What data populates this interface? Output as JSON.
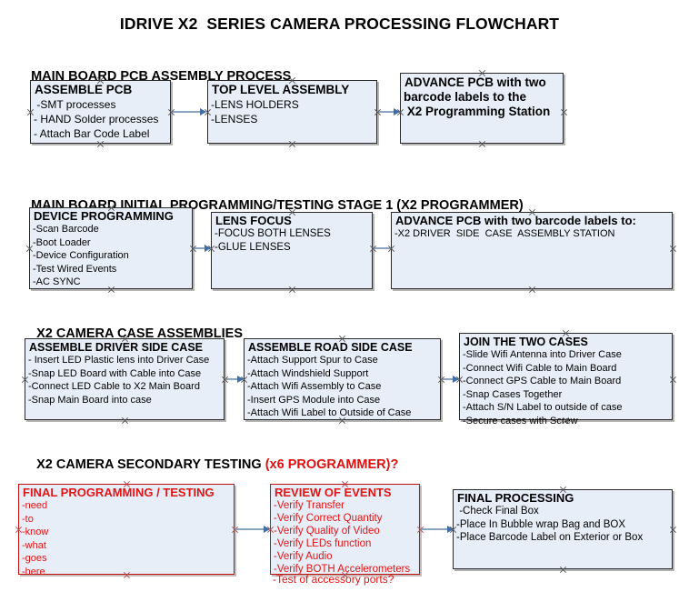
{
  "document": {
    "title": "IDRIVE X2  SERIES CAMERA PROCESSING FLOWCHART"
  },
  "colors": {
    "box_fill": "#e8eef8",
    "box_border": "#2a2a2a",
    "red_accent": "#e01515",
    "connector": "#8aa4c0",
    "arrow_head": "#3f6ea8"
  },
  "sections": [
    {
      "heading": "MAIN BOARD PCB ASSEMBLY PROCESS",
      "heading_red": "",
      "boxes": [
        {
          "title": "ASSEMBLE PCB",
          "lines": [
            " -SMT processes",
            "- HAND Solder processes",
            "- Attach Bar Code Label"
          ]
        },
        {
          "title": "TOP LEVEL ASSEMBLY",
          "lines": [
            "-LENS HOLDERS",
            "-LENSES"
          ]
        },
        {
          "title": "ADVANCE PCB with two",
          "lines": [
            "barcode labels to the",
            " X2 Programming Station"
          ]
        }
      ]
    },
    {
      "heading": "MAIN BOARD INITIAL PROGRAMMING/TESTING STAGE 1 (X2 PROGRAMMER)",
      "heading_red": "",
      "boxes": [
        {
          "title": "DEVICE PROGRAMMING",
          "lines": [
            "-Scan Barcode",
            "-Boot Loader",
            "-Device Configuration",
            "-Test Wired Events",
            "-AC SYNC"
          ]
        },
        {
          "title": "LENS FOCUS",
          "lines": [
            "-FOCUS BOTH LENSES",
            "-GLUE LENSES"
          ]
        },
        {
          "title": "ADVANCE PCB with two barcode labels to:",
          "lines": [
            "-X2 DRIVER  SIDE  CASE  ASSEMBLY STATION"
          ]
        }
      ]
    },
    {
      "heading": "X2 CAMERA CASE ASSEMBLIES",
      "heading_red": "",
      "boxes": [
        {
          "title": "ASSEMBLE DRIVER SIDE CASE",
          "lines": [
            "- Insert LED Plastic lens into Driver Case",
            "-Snap LED Board with Cable into Case",
            "-Connect LED Cable to X2 Main Board",
            "-Snap Main Board into case"
          ]
        },
        {
          "title": "ASSEMBLE ROAD SIDE CASE",
          "lines": [
            "-Attach Support Spur to Case",
            "-Attach Windshield Support",
            "-Attach Wifi Assembly to Case",
            "-Insert GPS Module into Case",
            "-Attach Wifi Label to Outside of Case"
          ]
        },
        {
          "title": "JOIN THE TWO CASES",
          "lines": [
            "-Slide Wifi Antenna into Driver Case",
            "-Connect Wifi Cable to Main Board",
            "-Connect GPS Cable to Main Board",
            "-Snap Cases Together",
            "-Attach S/N Label to outside of case",
            "-Secure cases with Screw"
          ]
        }
      ]
    },
    {
      "heading": "X2 CAMERA SECONDARY TESTING ",
      "heading_red": "(x6 PROGRAMMER)?",
      "boxes": [
        {
          "title": "FINAL PROGRAMMING / TESTING",
          "lines": [
            "-need",
            "-to",
            "-know",
            "-what",
            "-goes",
            "-here"
          ]
        },
        {
          "title": "REVIEW OF EVENTS",
          "lines": [
            "-Verify Transfer",
            "-Verify Correct Quantity",
            "-Verify Quality of Video",
            "-Verify LEDs function",
            "-Verify Audio",
            "-Verify BOTH Accelerometers"
          ],
          "overflow_line": "-Test of accessory ports?"
        },
        {
          "title": "FINAL PROCESSING",
          "lines": [
            " -Check Final Box",
            "-Place In Bubble wrap Bag and BOX",
            "-Place Barcode Label on Exterior or Box"
          ]
        }
      ]
    }
  ]
}
